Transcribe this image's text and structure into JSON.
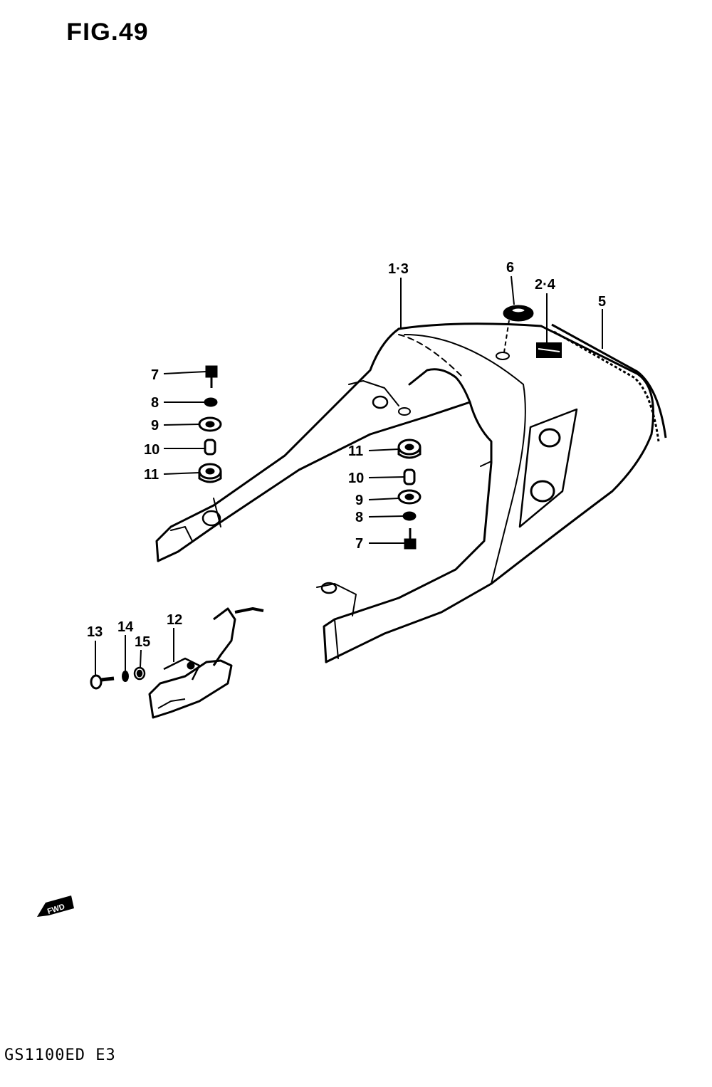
{
  "figure": {
    "title": "FIG.49",
    "model_code": "GS1100ED E3",
    "fwd_label": "FWD"
  },
  "callouts": [
    {
      "id": "c1",
      "label": "1·3"
    },
    {
      "id": "c2",
      "label": "6"
    },
    {
      "id": "c3",
      "label": "2·4"
    },
    {
      "id": "c4",
      "label": "5"
    },
    {
      "id": "c5",
      "label": "7"
    },
    {
      "id": "c6",
      "label": "8"
    },
    {
      "id": "c7",
      "label": "9"
    },
    {
      "id": "c8",
      "label": "10"
    },
    {
      "id": "c9",
      "label": "11"
    },
    {
      "id": "c10",
      "label": "11"
    },
    {
      "id": "c11",
      "label": "10"
    },
    {
      "id": "c12",
      "label": "9"
    },
    {
      "id": "c13",
      "label": "8"
    },
    {
      "id": "c14",
      "label": "7"
    },
    {
      "id": "c15",
      "label": "13"
    },
    {
      "id": "c16",
      "label": "14"
    },
    {
      "id": "c17",
      "label": "15"
    },
    {
      "id": "c18",
      "label": "12"
    }
  ]
}
